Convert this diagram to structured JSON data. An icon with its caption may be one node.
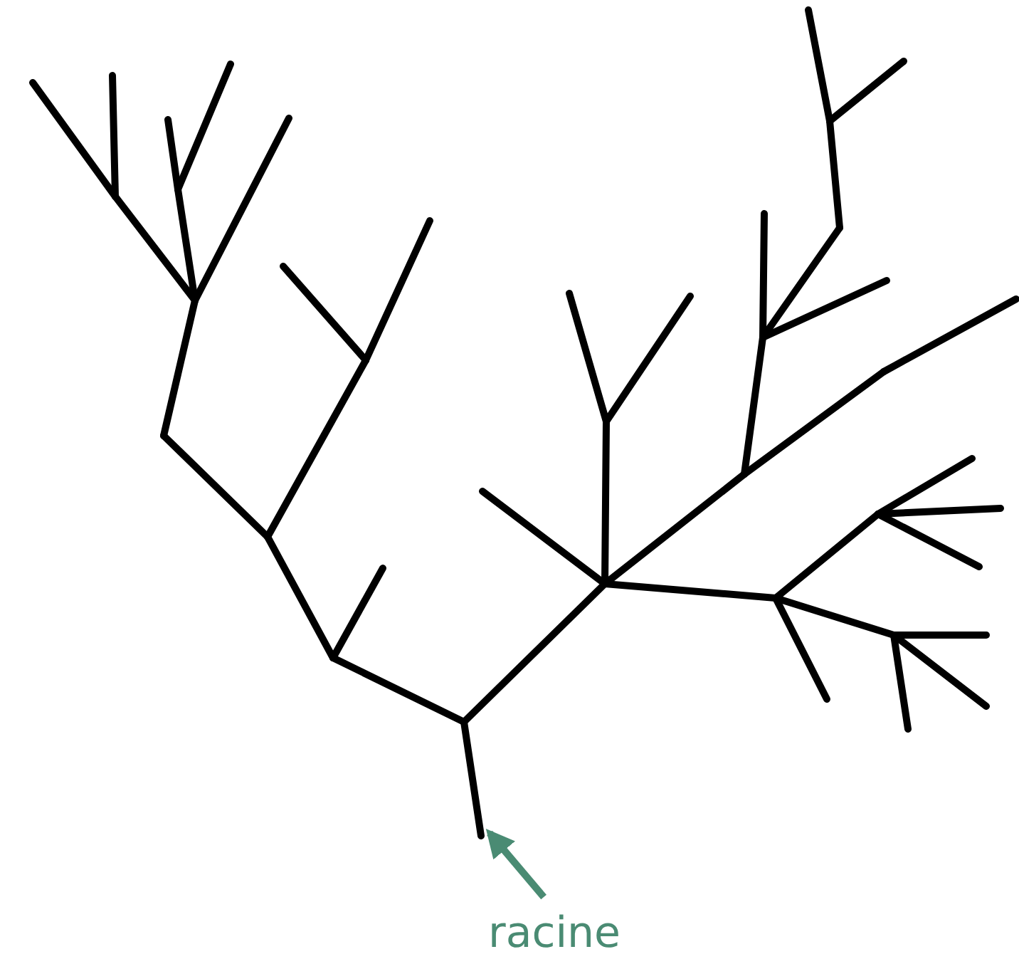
{
  "diagram": {
    "nodes": [
      {
        "text": [],
        "shape": "picture"
      },
      {
        "text": [
          "racine"
        ]
      }
    ],
    "edges": [
      {
        "from": 1,
        "to": 0,
        "arrow": "to"
      }
    ]
  }
}
